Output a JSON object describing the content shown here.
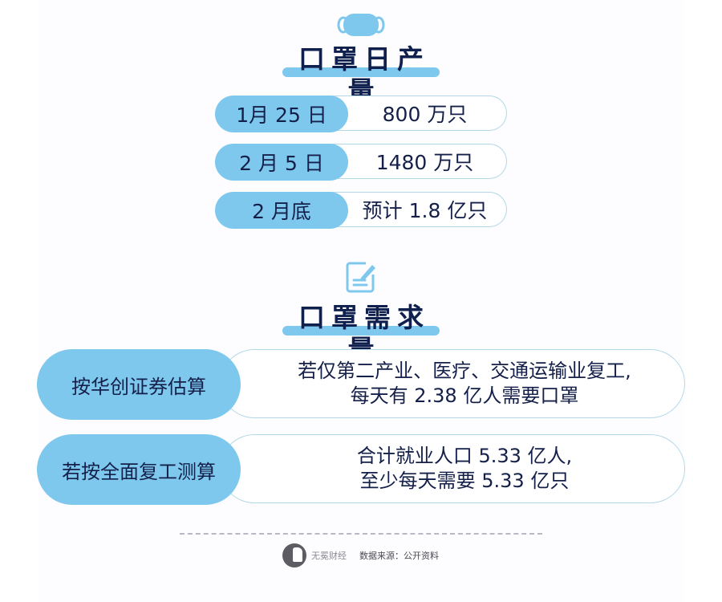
{
  "production": {
    "icon": "face-mask-icon",
    "title": "口罩日产量",
    "rows": [
      {
        "date": "1月 25 日",
        "value": "800 万只"
      },
      {
        "date": "2 月 5 日",
        "value": "1480 万只"
      },
      {
        "date": "2 月底",
        "value": "预计 1.8 亿只"
      }
    ]
  },
  "demand": {
    "icon": "note-edit-icon",
    "title": "口罩需求量",
    "rows": [
      {
        "method": "按华创证券估算",
        "line1": "若仅第二产业、医疗、交通运输业复工,",
        "line2": "每天有 2.38 亿人需要口罩"
      },
      {
        "method": "若按全面复工测算",
        "line1": "合计就业人口 5.33 亿人,",
        "line2": "至少每天需要 5.33 亿只"
      }
    ]
  },
  "footer": {
    "brand": "无冕财经",
    "source": "数据来源：公开资料"
  },
  "colors": {
    "accent": "#7ec8ee",
    "text": "#15204a",
    "border": "#b4d8e8"
  }
}
